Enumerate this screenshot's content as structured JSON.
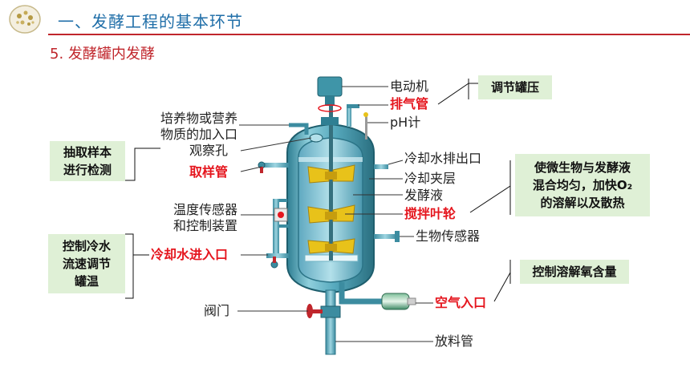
{
  "header": {
    "title": "一、发酵工程的基本环节",
    "logo_icon": "school-seal-icon"
  },
  "section": {
    "title": "5. 发酵罐内发酵"
  },
  "labels": {
    "motor": "电动机",
    "exhaust": "排气管",
    "ph_meter": "pH计",
    "feed_inlet": "培养物或营养\n物质的加入口",
    "observation_hole": "观察孔",
    "sampling_tube": "取样管",
    "cooling_outlet": "冷却水排出口",
    "cooling_jacket": "冷却夹层",
    "broth": "发酵液",
    "impeller": "搅拌叶轮",
    "temp_sensor": "温度传感器\n和控制装置",
    "bio_sensor": "生物传感器",
    "cooling_inlet": "冷却水进入口",
    "valve": "阀门",
    "air_inlet": "空气入口",
    "discharge": "放料管"
  },
  "boxes": {
    "pressure": "调节罐压",
    "sampling": "抽取样本\n进行检测",
    "mixing": "使微生物与发酵液\n混合均匀，加快O₂\n的溶解以及散热",
    "cooling": "控制冷水\n流速调节\n罐温",
    "oxygen": "控制溶解氧含量"
  },
  "colors": {
    "title_blue": "#1f6ea8",
    "accent_red": "#e5161e",
    "box_green": "#dff0d6",
    "tank_teal": "#3f95a8",
    "blade_yellow": "#e8c21a"
  }
}
